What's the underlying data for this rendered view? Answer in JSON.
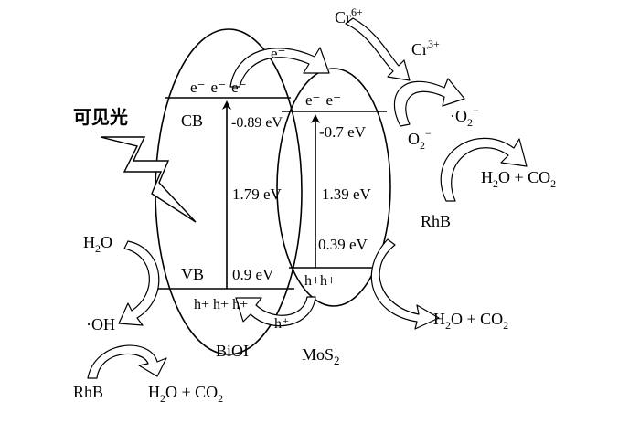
{
  "labels": {
    "visible_light": "可见光",
    "cb": "CB",
    "vb": "VB",
    "biori": "BiOI",
    "mos2": "MoS",
    "mos2_sub": "2",
    "e_minus": "e⁻",
    "h_plus": "h+",
    "h_plus_sup": "h⁺",
    "biori_cb_pot": "-0.89 eV",
    "biori_gap": "1.79 eV",
    "biori_vb_pot": "0.9 eV",
    "mos2_cb_pot": "-0.7 eV",
    "mos2_gap": "1.39 eV",
    "mos2_vb_pot": "0.39 eV",
    "cr6": "Cr",
    "cr6_sup": "6+",
    "cr3": "Cr",
    "cr3_sup": "3+",
    "o2": "O",
    "o2_sub": "2",
    "o2_sup": "−",
    "o2rad_dot": "·O",
    "o2rad_sub": "2",
    "o2rad_sup": "−",
    "h2o": "H",
    "h2o_sub": "2",
    "h2o_tail": "O",
    "oh": "·OH",
    "rhb": "RhB",
    "prod_a": "H",
    "prod_a_sub": "2",
    "prod_b": "O + CO",
    "prod_b_sub": "2"
  },
  "colors": {
    "ink": "#000000",
    "paper": "#ffffff"
  }
}
